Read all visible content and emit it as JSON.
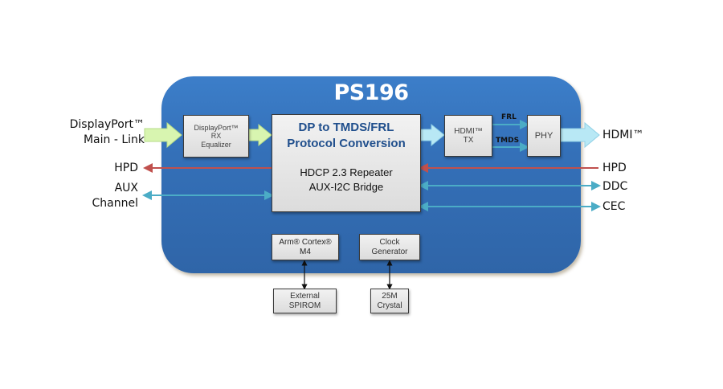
{
  "chip": {
    "title": "PS196",
    "fill_color": "#3470b8"
  },
  "inputs_left": {
    "displayport_main_link": [
      "DisplayPort™",
      "Main - Link"
    ],
    "hpd": "HPD",
    "aux_channel": [
      "AUX",
      "Channel"
    ]
  },
  "outputs_right": {
    "hdmi": "HDMI™",
    "hpd": "HPD",
    "ddc": "DDC",
    "cec": "CEC"
  },
  "blocks": {
    "dp_rx_equalizer": [
      "DisplayPort™",
      "RX",
      "Equalizer"
    ],
    "protocol_conversion": {
      "title": [
        "DP to TMDS/FRL",
        "Protocol Conversion"
      ],
      "sub": [
        "HDCP 2.3 Repeater",
        "AUX-I2C Bridge"
      ],
      "title_color": "#1f4e8c"
    },
    "hdmi_tx": [
      "HDMI™",
      "TX"
    ],
    "phy": "PHY",
    "arm_cortex": [
      "Arm® Cortex®",
      "M4"
    ],
    "clock_generator": [
      "Clock",
      "Generator"
    ],
    "external_spirom": [
      "External",
      "SPIROM"
    ],
    "crystal": [
      "25M",
      "Crystal"
    ]
  },
  "links": {
    "frl": "FRL",
    "tmds": "TMDS"
  },
  "colors": {
    "dp_arrow": "#d8f5b0",
    "hdmi_arrow": "#b8e8f5",
    "hpd_line": "#c0504d",
    "aux_line": "#4bacc6"
  }
}
